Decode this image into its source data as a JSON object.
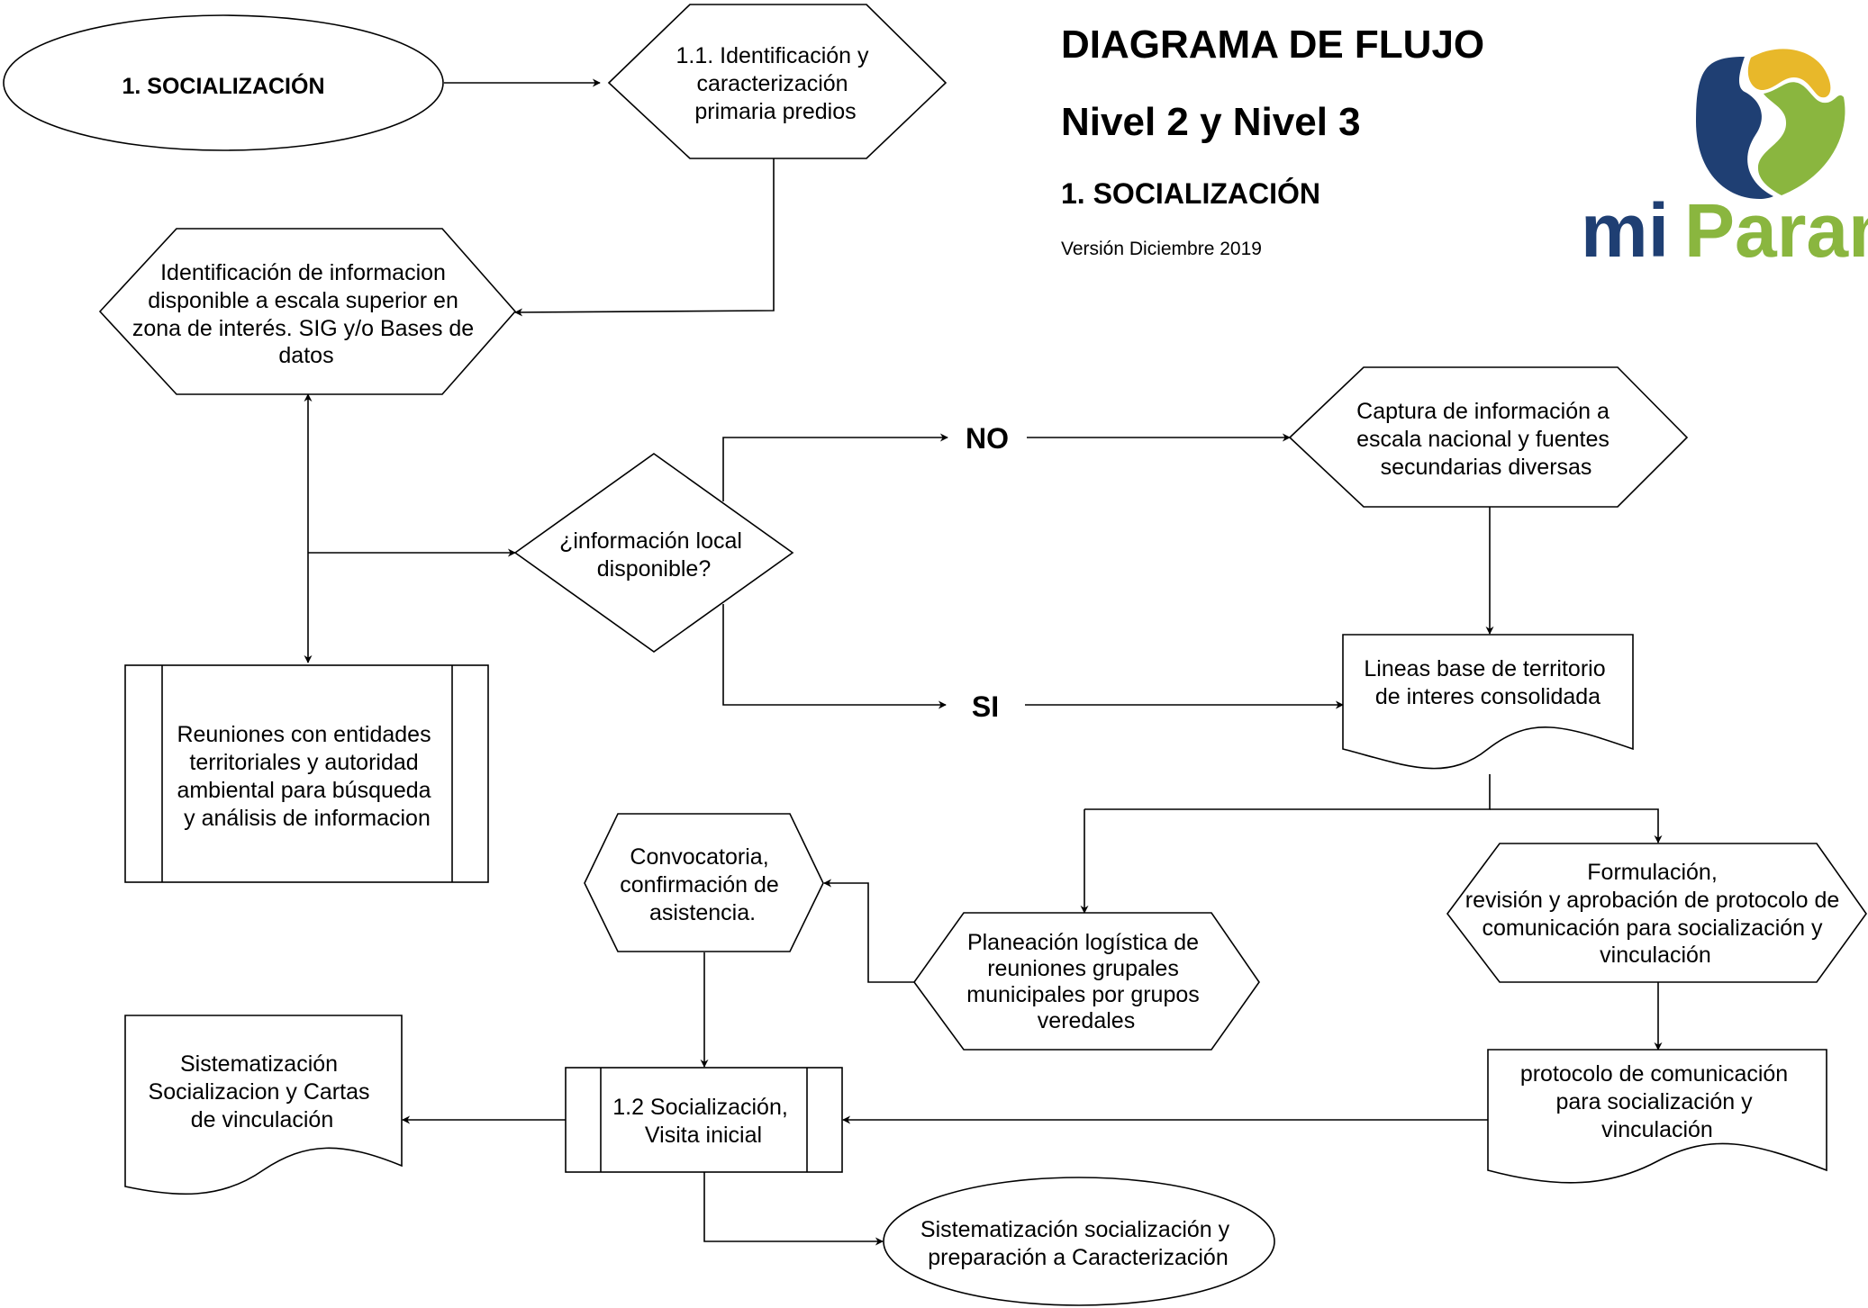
{
  "header": {
    "title": "DIAGRAMA DE FLUJO",
    "subtitle": "Nivel 2 y Nivel 3",
    "section": "1. SOCIALIZACIÓN",
    "version": "Versión Diciembre 2019"
  },
  "logo": {
    "brand_text_mi": "mi",
    "brand_text_paramo": "Paramo",
    "colors": {
      "navy": "#1f3f73",
      "green": "#8ab63f",
      "yellow": "#e8b82a"
    }
  },
  "nodes": {
    "start": [
      "1. SOCIALIZACIÓN"
    ],
    "ident_predios": [
      "1.1. Identificación y",
      "caracterización",
      "primaria predios"
    ],
    "ident_info": [
      "Identificación de informacion",
      "disponible a escala superior en",
      "zona de interés. SIG y/o Bases de",
      "datos"
    ],
    "decision": [
      "¿información local",
      "disponible?"
    ],
    "no_label": [
      "NO"
    ],
    "si_label": [
      "SI"
    ],
    "captura": [
      "Captura de información a",
      "escala nacional y fuentes",
      "secundarias diversas"
    ],
    "reuniones": [
      "Reuniones con entidades",
      "territoriales y autoridad",
      "ambiental para búsqueda",
      "y análisis de informacion"
    ],
    "lineas_base": [
      "Lineas base de territorio",
      "de interes consolidada"
    ],
    "formulacion": [
      "Formulación,",
      "revisión y aprobación de protocolo de",
      "comunicación para socialización y",
      "vinculación"
    ],
    "planeacion": [
      "Planeación logística de",
      "reuniones grupales",
      "municipales por grupos",
      "veredales"
    ],
    "convocatoria": [
      "Convocatoria,",
      "confirmación de",
      "asistencia."
    ],
    "protocolo": [
      "protocolo de comunicación",
      "para socialización y",
      "vinculación"
    ],
    "socializacion": [
      "1.2  Socialización,",
      "Visita inicial"
    ],
    "sistematizacion_cartas": [
      "Sistematización",
      "Socializacion y Cartas",
      "de vinculación"
    ],
    "sistematizacion_prep": [
      "Sistematización socialización y",
      "preparación a Caracterización"
    ]
  }
}
